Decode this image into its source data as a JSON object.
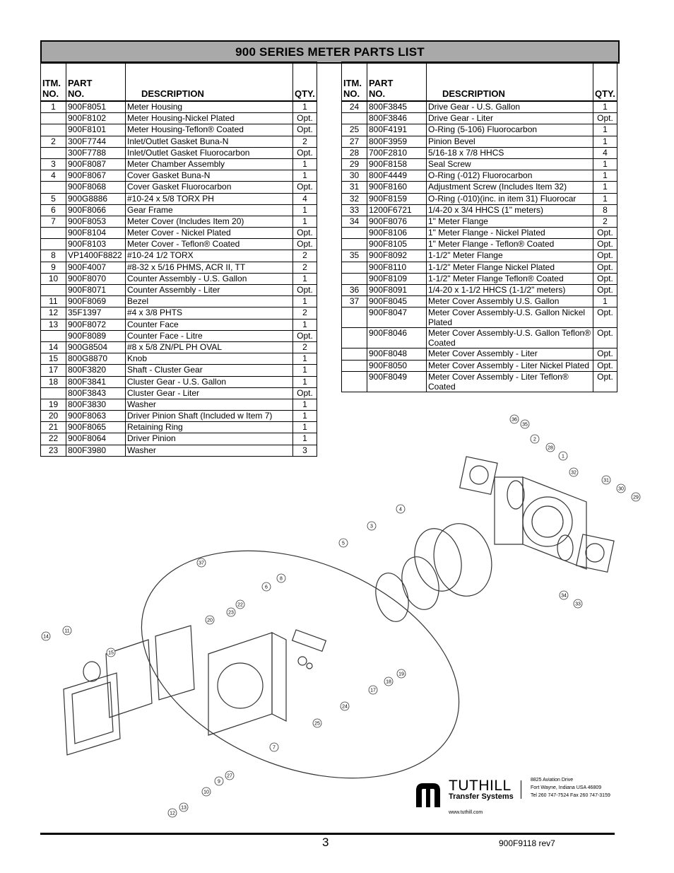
{
  "title": "900 SERIES METER PARTS LIST",
  "headers": {
    "itm": [
      "ITM.",
      "NO."
    ],
    "part": [
      "PART",
      "NO."
    ],
    "desc": "DESCRIPTION",
    "qty": "QTY."
  },
  "left_rows": [
    [
      "1",
      "900F8051",
      "Meter Housing",
      "1"
    ],
    [
      "",
      "900F8102",
      "Meter Housing-Nickel Plated",
      "Opt."
    ],
    [
      "",
      "900F8101",
      "Meter Housing-Teflon® Coated",
      "Opt."
    ],
    [
      "2",
      "300F7744",
      "Inlet/Outlet Gasket  Buna-N",
      "2"
    ],
    [
      "",
      "300F7788",
      "Inlet/Outlet Gasket Fluorocarbon",
      "Opt."
    ],
    [
      "3",
      "900F8087",
      "Meter Chamber Assembly",
      "1"
    ],
    [
      "4",
      "900F8067",
      "Cover Gasket Buna-N",
      "1"
    ],
    [
      "",
      "900F8068",
      "Cover Gasket Fluorocarbon",
      "Opt."
    ],
    [
      "5",
      "900G8886",
      "#10-24 x 5/8 TORX PH",
      "4"
    ],
    [
      "6",
      "900F8066",
      "Gear Frame",
      "1"
    ],
    [
      "7",
      "900F8053",
      "Meter Cover (Includes Item 20)",
      "1"
    ],
    [
      "",
      "900F8104",
      "Meter Cover - Nickel Plated",
      "Opt."
    ],
    [
      "",
      "900F8103",
      "Meter Cover - Teflon® Coated",
      "Opt."
    ],
    [
      "8",
      "VP1400F8822",
      "#10-24 1/2 TORX",
      "2"
    ],
    [
      "9",
      "900F4007",
      "#8-32 x 5/16 PHMS, ACR II, TT",
      "2"
    ],
    [
      "10",
      "900F8070",
      "Counter Assembly - U.S. Gallon",
      "1"
    ],
    [
      "",
      "900F8071",
      "Counter Assembly - Liter",
      "Opt."
    ],
    [
      "11",
      "900F8069",
      "Bezel",
      "1"
    ],
    [
      "12",
      "35F1397",
      "#4 x 3/8 PHTS",
      "2"
    ],
    [
      "13",
      "900F8072",
      "Counter Face",
      "1"
    ],
    [
      "",
      "900F8089",
      "Counter Face - Litre",
      "Opt."
    ],
    [
      "14",
      "900G8504",
      "#8 x 5/8 ZN/PL PH OVAL",
      "2"
    ],
    [
      "15",
      "800G8870",
      "Knob",
      "1"
    ],
    [
      "17",
      "800F3820",
      "Shaft - Cluster Gear",
      "1"
    ],
    [
      "18",
      "800F3841",
      "Cluster Gear - U.S. Gallon",
      "1"
    ],
    [
      "",
      "800F3843",
      "Cluster Gear - Liter",
      "Opt."
    ],
    [
      "19",
      "800F3830",
      "Washer",
      "1"
    ],
    [
      "20",
      "900F8063",
      "Driver Pinion Shaft (Included w Item 7)",
      "1"
    ],
    [
      "21",
      "900F8065",
      "Retaining Ring",
      "1"
    ],
    [
      "22",
      "900F8064",
      "Driver Pinion",
      "1"
    ],
    [
      "23",
      "800F3980",
      "Washer",
      "3"
    ]
  ],
  "right_rows": [
    [
      "24",
      "800F3845",
      "Drive Gear - U.S. Gallon",
      "1"
    ],
    [
      "",
      "800F3846",
      "Drive Gear - Liter",
      "Opt."
    ],
    [
      "25",
      "800F4191",
      "O-Ring (5-106) Fluorocarbon",
      "1"
    ],
    [
      "27",
      "800F3959",
      "Pinion Bevel",
      "1"
    ],
    [
      "28",
      "700F2810",
      "5/16-18 x 7/8 HHCS",
      "4"
    ],
    [
      "29",
      "900F8158",
      "Seal Screw",
      "1"
    ],
    [
      "30",
      "800F4449",
      "O-Ring (-012) Fluorocarbon",
      "1"
    ],
    [
      "31",
      "900F8160",
      "Adjustment Screw (Includes Item 32)",
      "1"
    ],
    [
      "32",
      "900F8159",
      "O-Ring (-010)(inc. in item 31) Fluorocar",
      "1"
    ],
    [
      "33",
      "1200F6721",
      "1/4-20 x 3/4 HHCS (1\" meters)",
      "8"
    ],
    [
      "34",
      "900F8076",
      "1\" Meter Flange",
      "2"
    ],
    [
      "",
      "900F8106",
      "1\" Meter Flange - Nickel Plated",
      "Opt."
    ],
    [
      "",
      "900F8105",
      "1\" Meter Flange - Teflon® Coated",
      "Opt."
    ],
    [
      "35",
      "900F8092",
      "1-1/2\" Meter Flange",
      "Opt."
    ],
    [
      "",
      "900F8110",
      "1-1/2\" Meter Flange Nickel Plated",
      "Opt."
    ],
    [
      "",
      "900F8109",
      "1-1/2\" Meter Flange Teflon® Coated",
      "Opt."
    ],
    [
      "36",
      "900F8091",
      "1/4-20 x 1-1/2 HHCS (1-1/2\" meters)",
      "Opt."
    ],
    [
      "37",
      "900F8045",
      "Meter Cover Assembly U.S. Gallon",
      "1"
    ],
    [
      "",
      "900F8047",
      "Meter Cover Assembly-U.S. Gallon Nickel Plated",
      "Opt."
    ],
    [
      "",
      "900F8046",
      "Meter Cover Assembly-U.S. Gallon Teflon® Coated",
      "Opt."
    ],
    [
      "",
      "900F8048",
      "Meter Cover Assembly - Liter",
      "Opt."
    ],
    [
      "",
      "900F8050",
      "Meter Cover Assembly - Liter Nickel Plated",
      "Opt."
    ],
    [
      "",
      "900F8049",
      "Meter Cover Assembly - Liter Teflon® Coated",
      "Opt."
    ]
  ],
  "callouts": [
    "1",
    "2",
    "3",
    "4",
    "5",
    "6",
    "7",
    "8",
    "9",
    "10",
    "11",
    "12",
    "13",
    "14",
    "15",
    "17",
    "18",
    "19",
    "20",
    "22",
    "23",
    "24",
    "25",
    "27",
    "28",
    "29",
    "30",
    "31",
    "32",
    "33",
    "34",
    "35",
    "36",
    "37"
  ],
  "logo": {
    "brand": "TUTHILL",
    "sub": "Transfer Systems",
    "address1": "8825 Aviation Drive",
    "address2": "Fort Wayne, Indiana USA 46809",
    "phone": "Tel 260 747-7524  Fax 260 747-3159",
    "web": "www.tuthill.com"
  },
  "page_number": "3",
  "doc_number": "900F9118 rev7"
}
